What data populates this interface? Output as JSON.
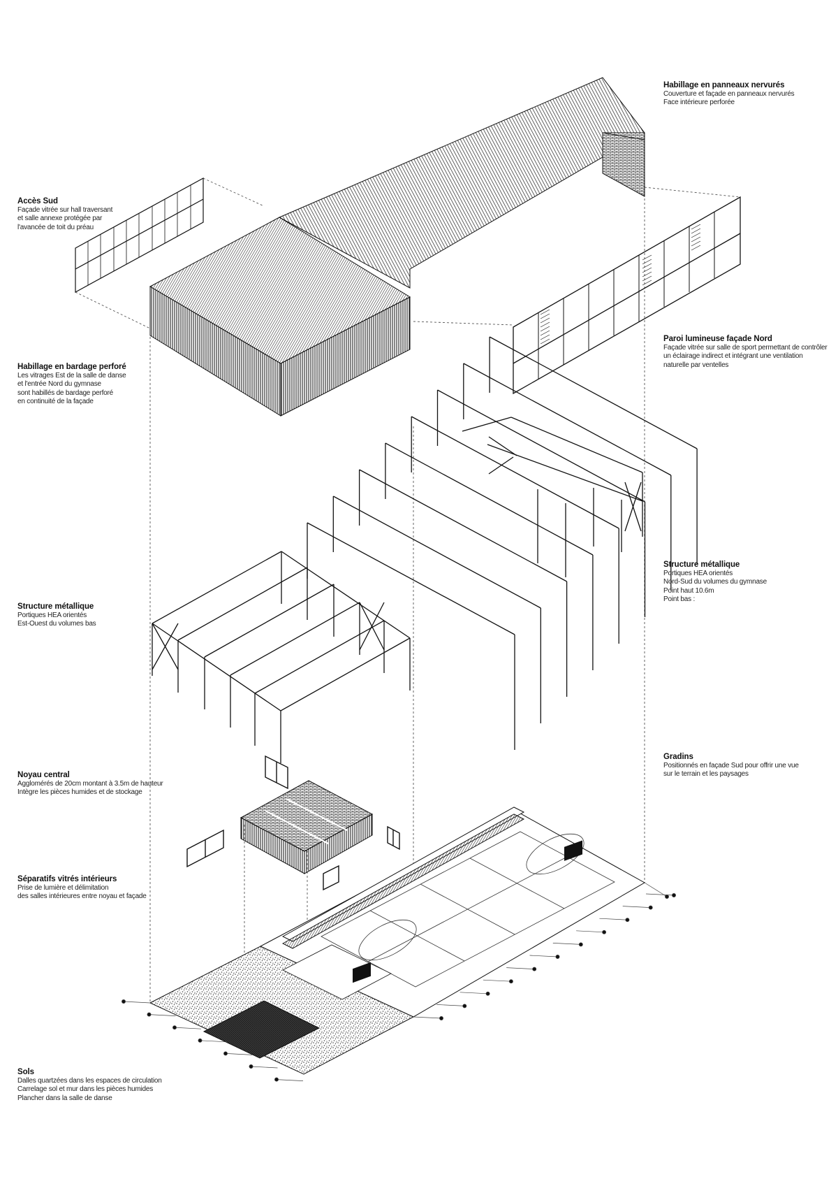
{
  "labels": {
    "habillage_nervures": {
      "title": "Habillage en panneaux nervurés",
      "lines": [
        "Couverture et façade en panneaux nervurés",
        "Face intérieure perforée"
      ]
    },
    "acces_sud": {
      "title": "Accès Sud",
      "lines": [
        "Façade vitrée sur hall traversant",
        "et salle annexe protégée par",
        "l'avancée de toit du préau"
      ]
    },
    "paroi_lumineuse": {
      "title": "Paroi lumineuse façade Nord",
      "lines": [
        "Façade vitrée sur salle de sport permettant de contrôler",
        "un éclairage indirect et intégrant une ventilation",
        "naturelle par ventelles"
      ]
    },
    "habillage_bardage": {
      "title": "Habillage en bardage perforé",
      "lines": [
        "Les vitrages Est de la salle de danse",
        "et l'entrée Nord du gymnase",
        "sont habillés de bardage perforé",
        "en continuité de la façade"
      ]
    },
    "structure_ns": {
      "title": "Structure métallique",
      "lines": [
        "Portiques HEA orientés",
        "Nord-Sud du volumes du gymnase",
        "Point haut 10.6m",
        "Point bas :"
      ]
    },
    "structure_eo": {
      "title": "Structure métallique",
      "lines": [
        "Portiques HEA orientés",
        "Est-Ouest du volumes bas"
      ]
    },
    "gradins": {
      "title": "Gradins",
      "lines": [
        "Positionnés en façade Sud pour offrir une vue",
        "sur le terrain et les paysages"
      ]
    },
    "noyau": {
      "title": "Noyau central",
      "lines": [
        "Agglomérés de 20cm montant à 3.5m de hauteur",
        "Intègre les pièces humides et de stockage"
      ]
    },
    "separatifs": {
      "title": "Séparatifs vitrés intérieurs",
      "lines": [
        "Prise de lumière et délimitation",
        "des salles intérieures entre noyau et façade"
      ]
    },
    "sols": {
      "title": "Sols",
      "lines": [
        "Dalles quartzées dans les espaces de circulation",
        "Carrelage sol et mur dans les pièces humides",
        "Plancher dans la salle de danse"
      ]
    }
  },
  "colors": {
    "ink": "#111111",
    "hatch": "#2a2a2a",
    "dance_floor": "#3a3a3a",
    "background": "#ffffff"
  }
}
